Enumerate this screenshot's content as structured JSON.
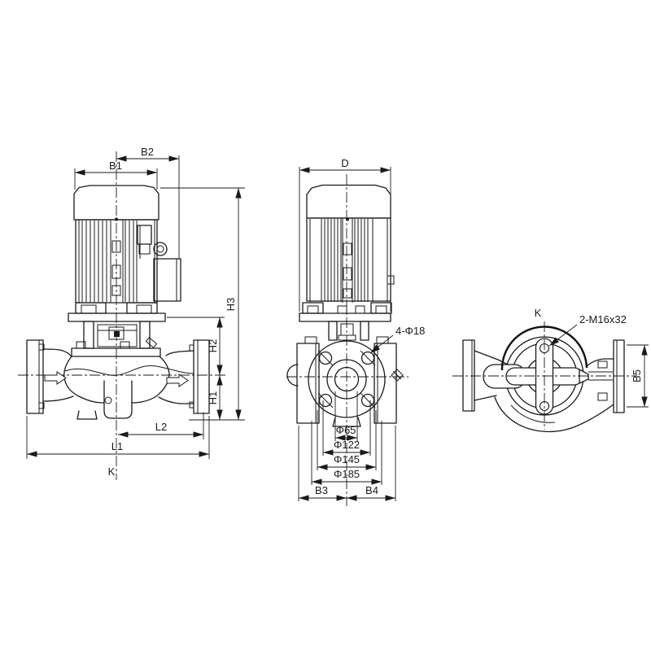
{
  "drawing": {
    "background": "#ffffff",
    "line_color": "#1a1a1a",
    "views": {
      "front": {
        "dims": {
          "b2": "B2",
          "b1": "B1",
          "h3": "H3",
          "h2": "H2",
          "h1": "H1",
          "l2": "L2",
          "l1": "L1",
          "k": "K"
        }
      },
      "side": {
        "dims": {
          "d": "D",
          "bolt_holes": "4-Φ18",
          "dia65": "Φ65",
          "dia122": "Φ122",
          "dia145": "Φ145",
          "dia185": "Φ185",
          "b3": "B3",
          "b4": "B4"
        }
      },
      "top": {
        "dims": {
          "k": "K",
          "tapped_holes": "2-M16x32",
          "b5": "B5"
        }
      }
    }
  }
}
